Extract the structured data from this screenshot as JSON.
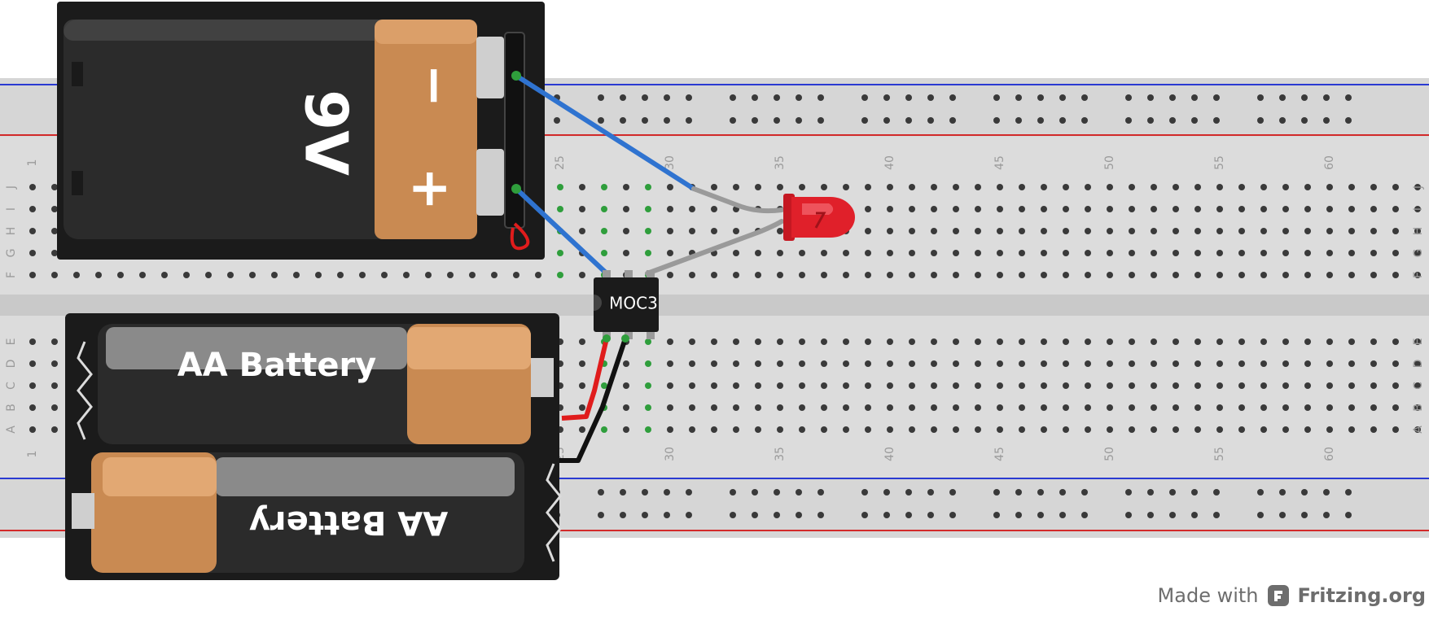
{
  "breadboard": {
    "top_column_numbers": [
      "1",
      "25",
      "30",
      "35",
      "40",
      "45",
      "50",
      "55",
      "60"
    ],
    "bottom_column_numbers": [
      "1",
      "25",
      "30",
      "35",
      "40",
      "45",
      "50",
      "55",
      "60"
    ],
    "row_letters_top": [
      "J",
      "I",
      "H",
      "G",
      "F"
    ],
    "row_letters_bottom": [
      "E",
      "D",
      "C",
      "B",
      "A"
    ]
  },
  "battery_9v": {
    "label": "9V",
    "minus_symbol": "−",
    "plus_symbol": "+"
  },
  "ic_chip": {
    "label": "MOC3"
  },
  "aa_pack": {
    "cell_top_label": "AA Battery",
    "cell_bottom_label": "AA Battery"
  },
  "footer": {
    "made_with": "Made with",
    "brand": "Fritzing.org"
  },
  "colors": {
    "board": "#d9d9d9",
    "hole": "#3a3a3a",
    "rail_red": "#d22a2a",
    "rail_blue": "#2a3ad2",
    "wire_blue": "#2f73d0",
    "wire_gray": "#9a9a9a",
    "wire_red": "#e01c1c",
    "wire_black": "#111111",
    "battery_body": "#2b2b2b",
    "battery_copper": "#c98a52",
    "led_red": "#e0202a",
    "active_hole": "#2f9e3c"
  }
}
